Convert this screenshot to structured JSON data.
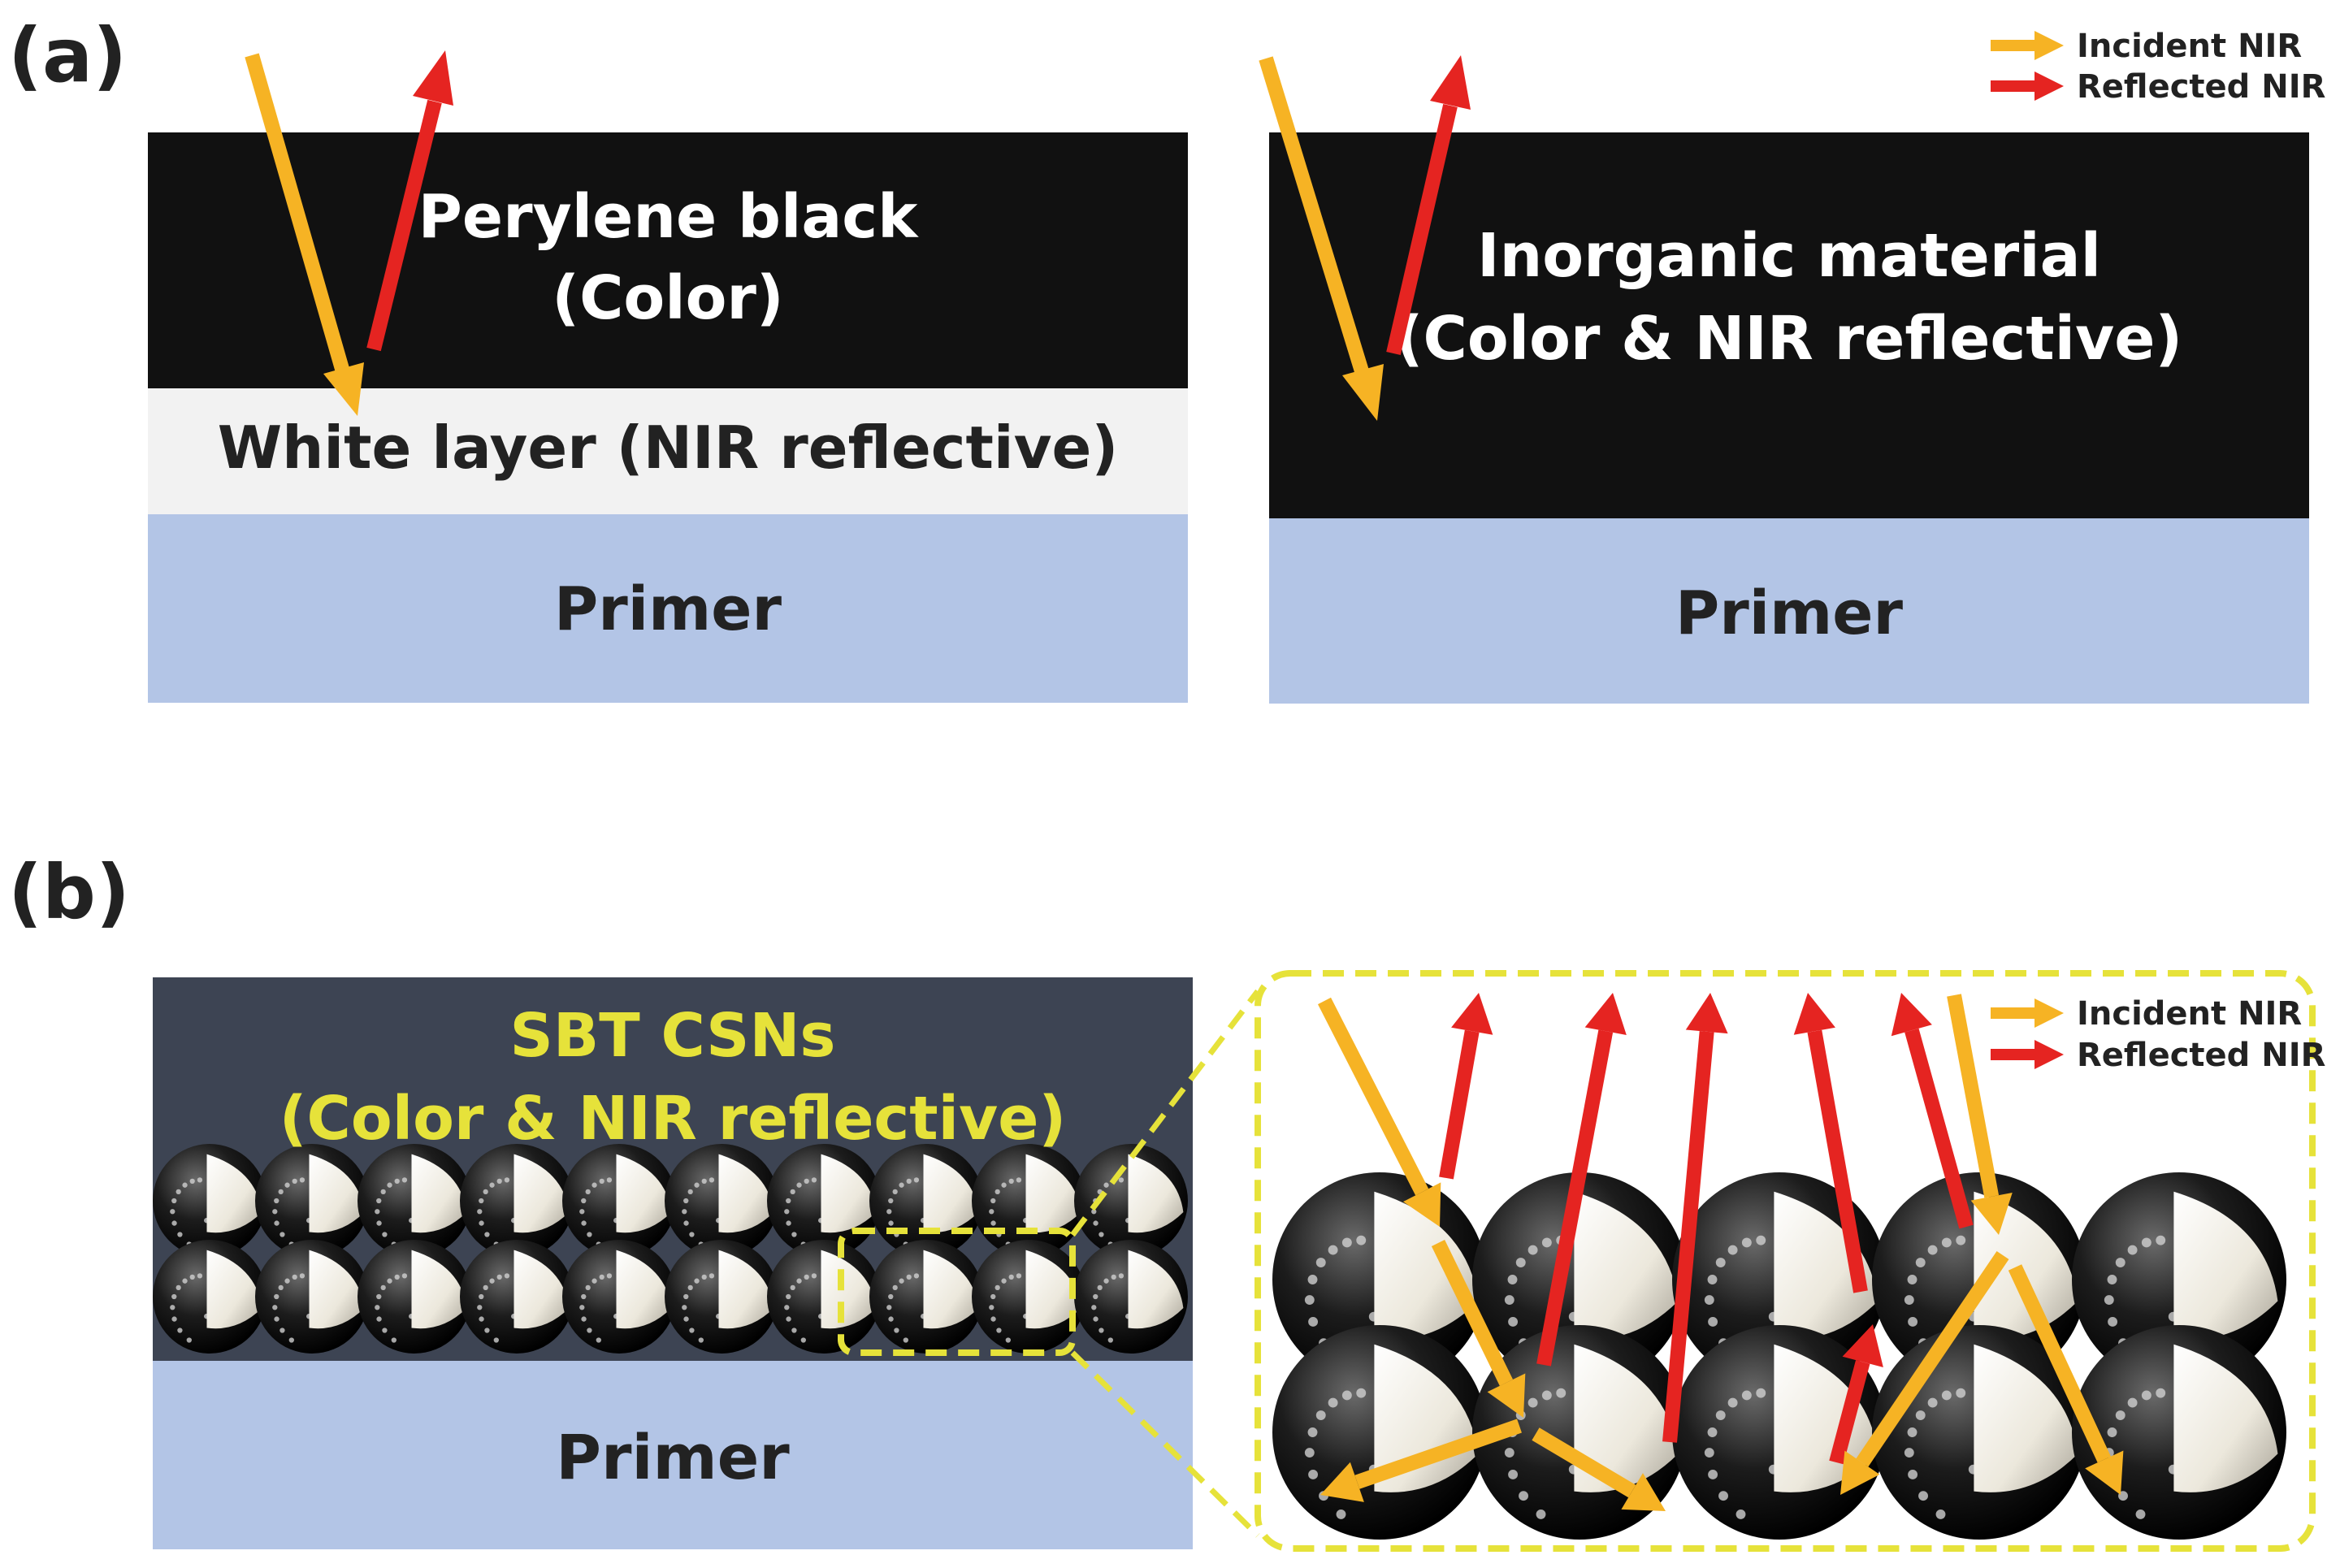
{
  "panel_a": {
    "tag": "(a)",
    "left": {
      "color_layer_line1": "Perylene black",
      "color_layer_line2": "(Color)",
      "white_layer": "White layer (NIR reflective)",
      "primer": "Primer"
    },
    "right": {
      "line1": "Inorganic material",
      "line2": "(Color & NIR reflective)",
      "primer": "Primer"
    },
    "legend": {
      "incident": "Incident NIR",
      "reflected": "Reflected NIR"
    }
  },
  "panel_b": {
    "tag": "(b)",
    "layer_line1": "SBT CSNs",
    "layer_line2": "(Color & NIR reflective)",
    "primer": "Primer",
    "legend": {
      "incident": "Incident NIR",
      "reflected": "Reflected NIR"
    }
  },
  "colors": {
    "incident": "#F6B324",
    "reflected": "#E52421",
    "black_layer": "#111111",
    "white_layer": "#F2F2F2",
    "primer": "#B3C5E6",
    "dark_layer": "#3D4453",
    "highlight": "#E6E23A"
  }
}
